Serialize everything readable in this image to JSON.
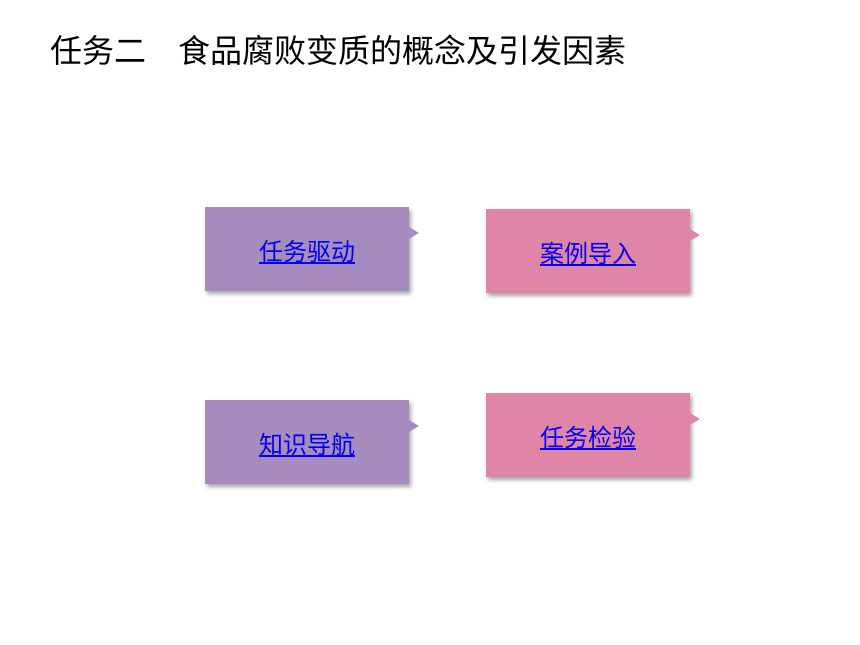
{
  "title": "任务二　食品腐败变质的概念及引发因素",
  "nav": {
    "task_drive": "任务驱动",
    "case_intro": "案例导入",
    "knowledge_nav": "知识导航",
    "task_check": "任务检验"
  },
  "colors": {
    "purple_box": "#a68bbe",
    "pink_box": "#df85a8",
    "link": "#0000ee"
  }
}
